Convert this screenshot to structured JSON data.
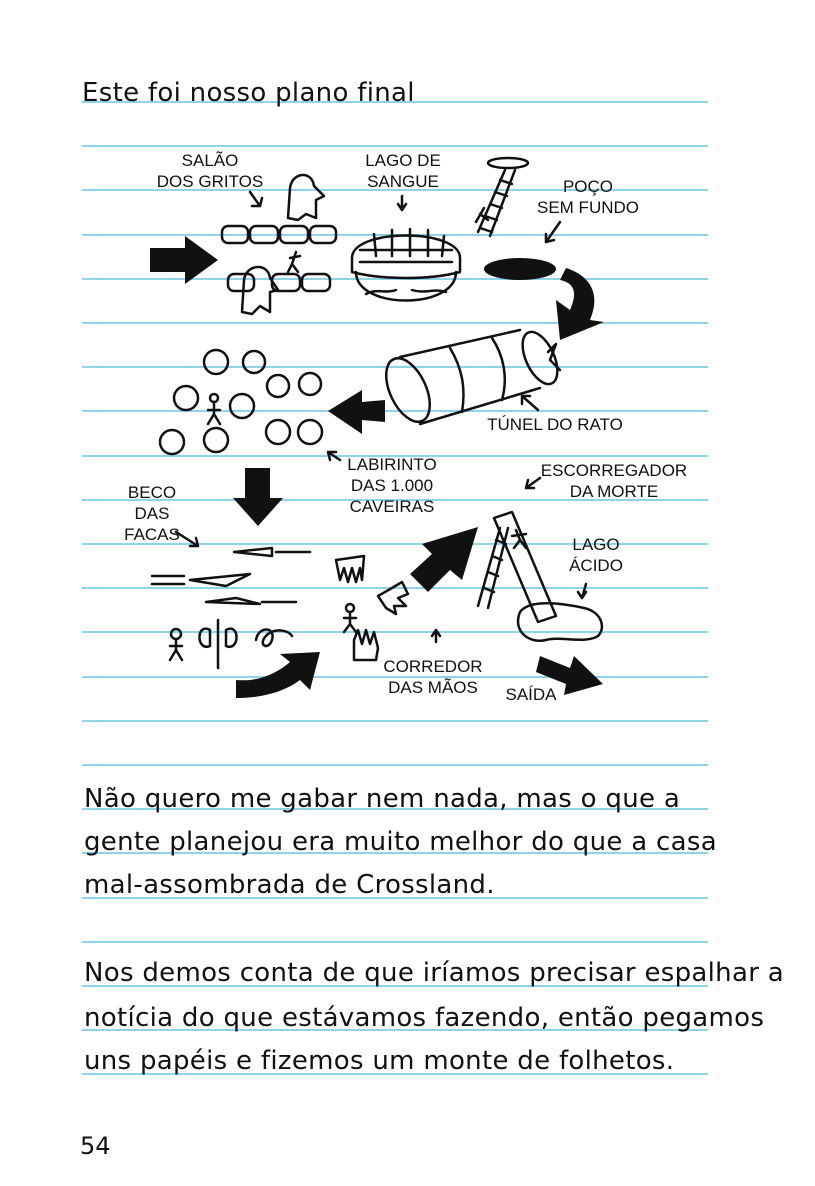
{
  "title": "Este foi nosso plano final",
  "labels": {
    "salao": [
      "SALÃO",
      "DOS GRITOS"
    ],
    "lago_sangue": [
      "LAGO DE",
      "SANGUE"
    ],
    "poco": [
      "POÇO",
      "SEM FUNDO"
    ],
    "tunel": "TÚNEL DO RATO",
    "labirinto": [
      "LABIRINTO",
      "DAS 1.000",
      "CAVEIRAS"
    ],
    "beco": [
      "BECO",
      "DAS",
      "FACAS"
    ],
    "escorregador": [
      "ESCORREGADOR",
      "DA MORTE"
    ],
    "lago_acido": [
      "LAGO",
      "ÁCIDO"
    ],
    "corredor": [
      "CORREDOR",
      "DAS MÃOS"
    ],
    "saida": "SAÍDA"
  },
  "paragraph1": [
    "Não quero me gabar nem nada, mas o que a",
    "gente planejou era muito melhor do que a casa",
    "mal-assombrada de Crossland."
  ],
  "paragraph2": [
    "Nos demos conta de que iríamos precisar espalhar a",
    "notícia do que estávamos fazendo, então pegamos",
    "uns papéis e fizemos um monte de folhetos."
  ],
  "page_number": "54",
  "colors": {
    "rule": "#8fd3ea",
    "ink": "#111111"
  }
}
